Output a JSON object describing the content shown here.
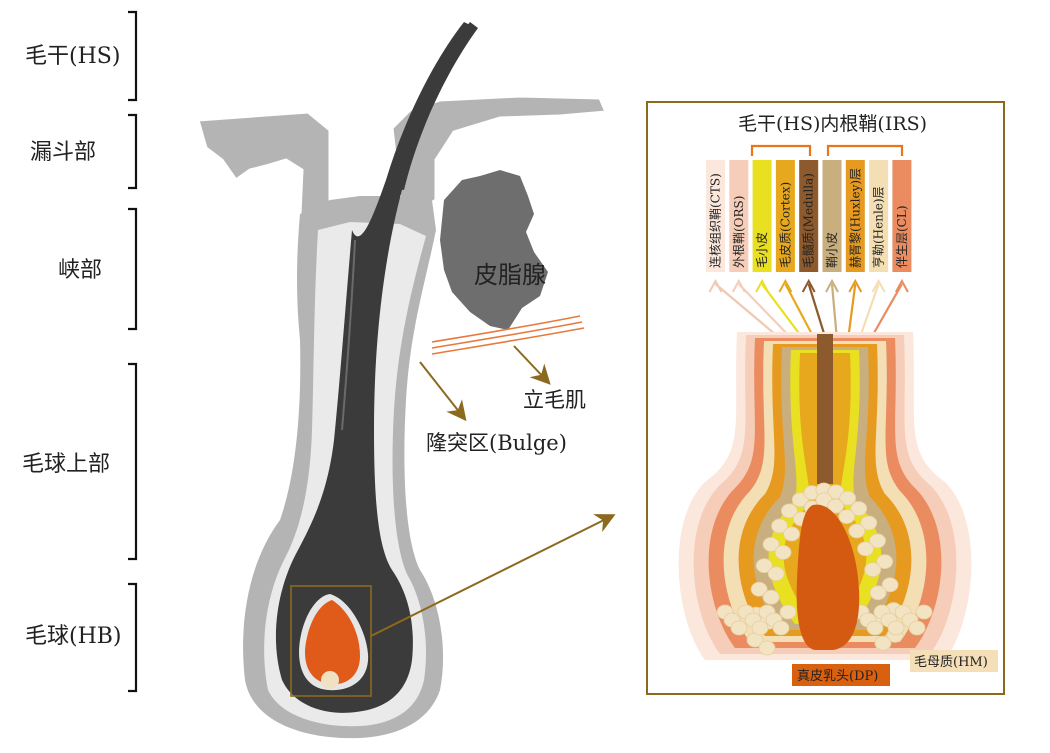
{
  "regions": [
    {
      "label": "毛干(HS)"
    },
    {
      "label": "漏斗部"
    },
    {
      "label": "峡部"
    },
    {
      "label": "毛球上部"
    },
    {
      "label": "毛球(HB)"
    }
  ],
  "structures": {
    "sebaceous": "皮脂腺",
    "arrector": "立毛肌",
    "bulge": "隆突区(Bulge)"
  },
  "inset": {
    "title": "毛干(HS)内根鞘(IRS)",
    "layers": [
      {
        "label": "连核组织鞘(CTS)",
        "color": "#fbe7dc"
      },
      {
        "label": "外根鞘(ORS)",
        "color": "#f6cdb8"
      },
      {
        "label": "毛小皮",
        "color": "#e8e020"
      },
      {
        "label": "毛皮质(Cortex)",
        "color": "#e8a81e"
      },
      {
        "label": "毛髓质(Medulla)",
        "color": "#8c5a2c"
      },
      {
        "label": "鞘小皮",
        "color": "#c9ae7e"
      },
      {
        "label": "赫胥黎(Huxley)层",
        "color": "#e69a20"
      },
      {
        "label": "亨勒(Henle)层",
        "color": "#f3dfb3"
      },
      {
        "label": "伴生层(CL)",
        "color": "#ea8c60"
      }
    ],
    "dp_label": "真皮乳头(DP)",
    "hm_label": "毛母质(HM)"
  },
  "colors": {
    "accent": "#8b6a1e",
    "arrow": "#8b6a1e",
    "muscle": "#e67a3c",
    "bracket": "#e8751c",
    "dp": "#d45a12"
  }
}
